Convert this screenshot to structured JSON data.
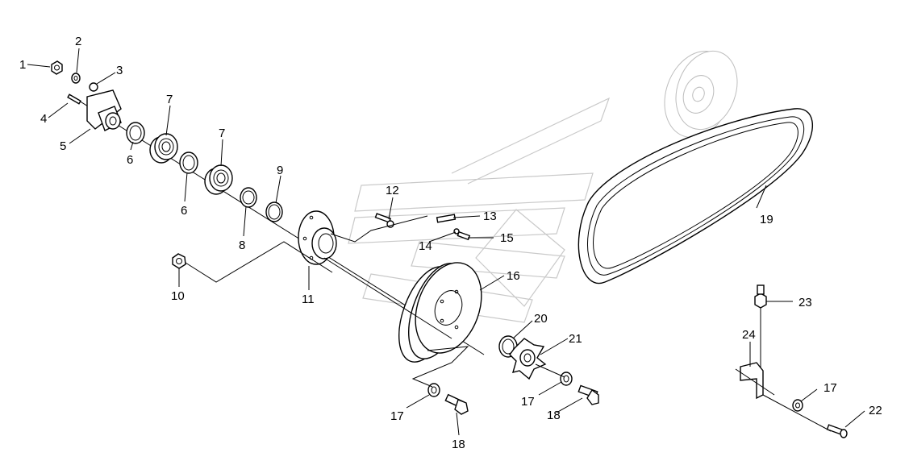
{
  "labels": [
    "1",
    "2",
    "3",
    "4",
    "5",
    "6",
    "7",
    "6",
    "7",
    "8",
    "9",
    "10",
    "11",
    "12",
    "13",
    "14",
    "15",
    "16",
    "17",
    "18",
    "19",
    "20",
    "21",
    "17",
    "18",
    "23",
    "24",
    "17",
    "22"
  ]
}
